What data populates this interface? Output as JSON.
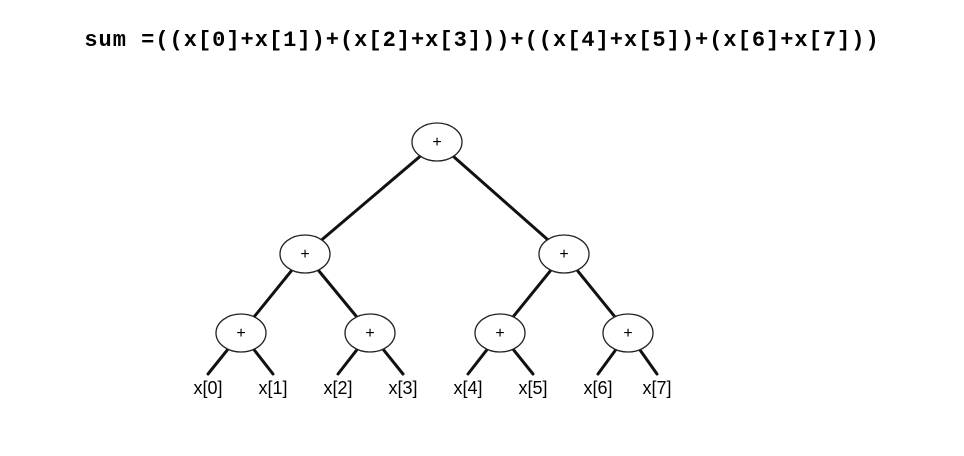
{
  "formula": "sum =((x[0]+x[1])+(x[2]+x[3]))+((x[4]+x[5])+(x[6]+x[7]))",
  "tree": {
    "operator": "+",
    "leaves": [
      "x[0]",
      "x[1]",
      "x[2]",
      "x[3]",
      "x[4]",
      "x[5]",
      "x[6]",
      "x[7]"
    ]
  }
}
